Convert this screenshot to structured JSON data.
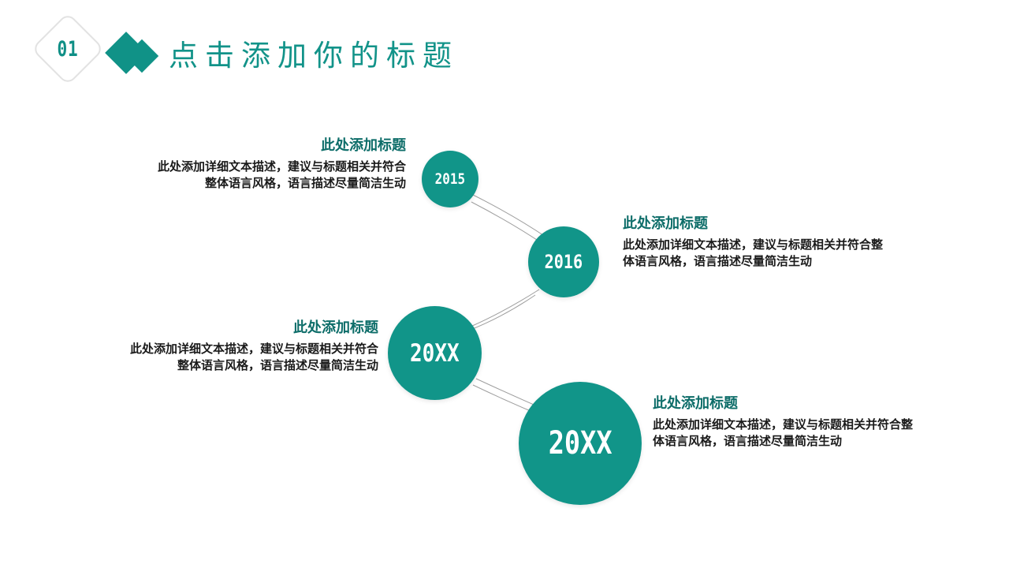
{
  "header": {
    "badge_number": "01",
    "title": "点击添加你的标题",
    "accent_color": "#129389",
    "badge_outline_color": "#e2e2e2",
    "diamond_icon_1": "diamond-shape",
    "diamond_icon_2": "diamond-shape"
  },
  "diagram": {
    "type": "timeline-circles",
    "circle_color": "#119589",
    "connector_color": "#9a9a9a",
    "nodes": [
      {
        "label": "2015",
        "diameter": 72
      },
      {
        "label": "2016",
        "diameter": 90
      },
      {
        "label": "20XX",
        "diameter": 119
      },
      {
        "label": "20XX",
        "diameter": 156
      }
    ],
    "blocks": [
      {
        "heading": "此处添加标题",
        "body": "此处添加详细文本描述，建议与标题相关并符合整体语言风格，语言描述尽量简洁生动",
        "align": "right"
      },
      {
        "heading": "此处添加标题",
        "body": "此处添加详细文本描述，建议与标题相关并符合整体语言风格，语言描述尽量简洁生动",
        "align": "left"
      },
      {
        "heading": "此处添加标题",
        "body": "此处添加详细文本描述，建议与标题相关并符合整体语言风格，语言描述尽量简洁生动",
        "align": "right"
      },
      {
        "heading": "此处添加标题",
        "body": "此处添加详细文本描述，建议与标题相关并符合整体语言风格，语言描述尽量简洁生动",
        "align": "left"
      }
    ]
  }
}
